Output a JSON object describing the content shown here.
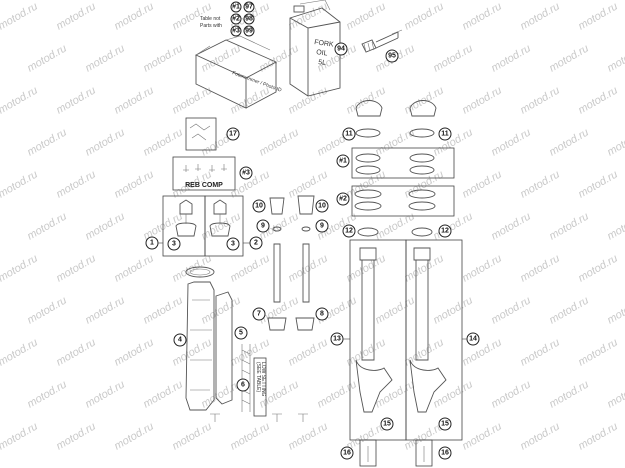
{
  "note": {
    "line1": "Table not",
    "line2": "Parts with"
  },
  "kit_codes": [
    "#1",
    "#2",
    "#3"
  ],
  "kit_numbers": [
    "97",
    "98",
    "99"
  ],
  "oil_can": {
    "line1": "FORK",
    "line2": "OIL",
    "line3": "5L"
  },
  "reb_comp": "REB COMP",
  "shock_label": {
    "line1": "LOW SETTING",
    "line2": "(SEE TABLE)"
  },
  "box_label": "Fotonummer / Photo ID",
  "watermark": "motod.ru",
  "callouts": {
    "c1": "1",
    "c2": "2",
    "c3a": "3",
    "c3b": "3",
    "c4": "4",
    "c5": "5",
    "c6": "6",
    "c7": "7",
    "c8": "8",
    "c9a": "9",
    "c9b": "9",
    "c10a": "10",
    "c10b": "10",
    "c11a": "11",
    "c11b": "11",
    "c12a": "12",
    "c12b": "12",
    "c13": "13",
    "c14": "14",
    "c15a": "15",
    "c15b": "15",
    "c16a": "16",
    "c16b": "16",
    "c17": "17",
    "k1": "#1",
    "k2": "#2",
    "k3": "#3",
    "c94": "94",
    "c95": "95"
  }
}
